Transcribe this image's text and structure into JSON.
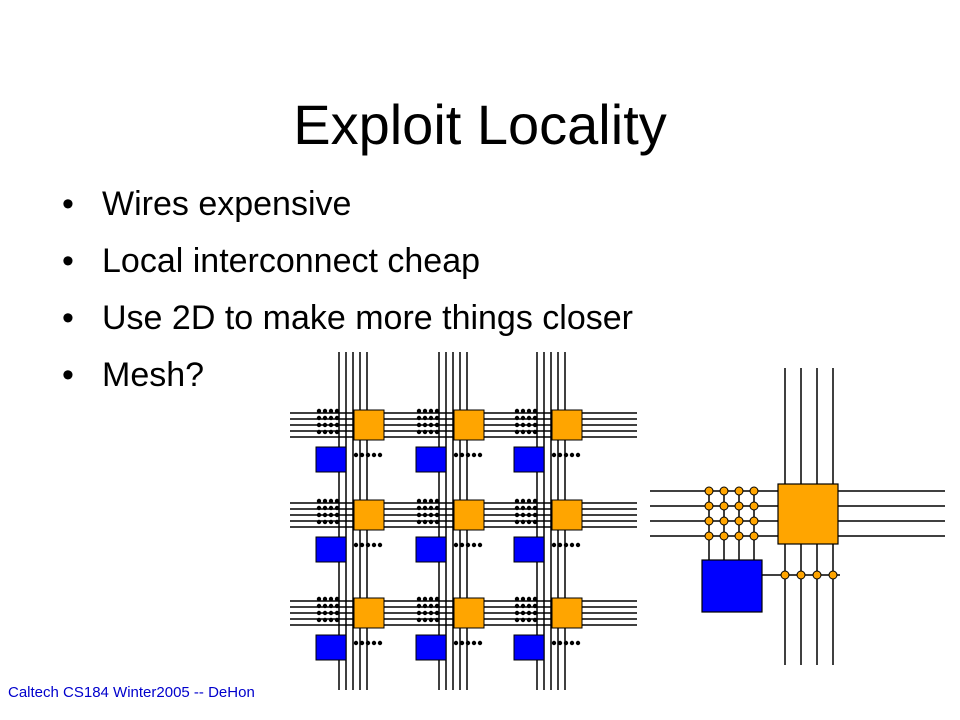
{
  "title": "Exploit Locality",
  "bullets": [
    "Wires expensive",
    "Local interconnect cheap",
    "Use 2D to make more things closer",
    "Mesh?"
  ],
  "footer": "Caltech CS184 Winter2005 -- DeHon",
  "colors": {
    "switch_block": "#FFA500",
    "logic_block": "#0000FF",
    "wire": "#000000",
    "switch_point": "#FFA500",
    "footer_text": "#0000CC"
  }
}
